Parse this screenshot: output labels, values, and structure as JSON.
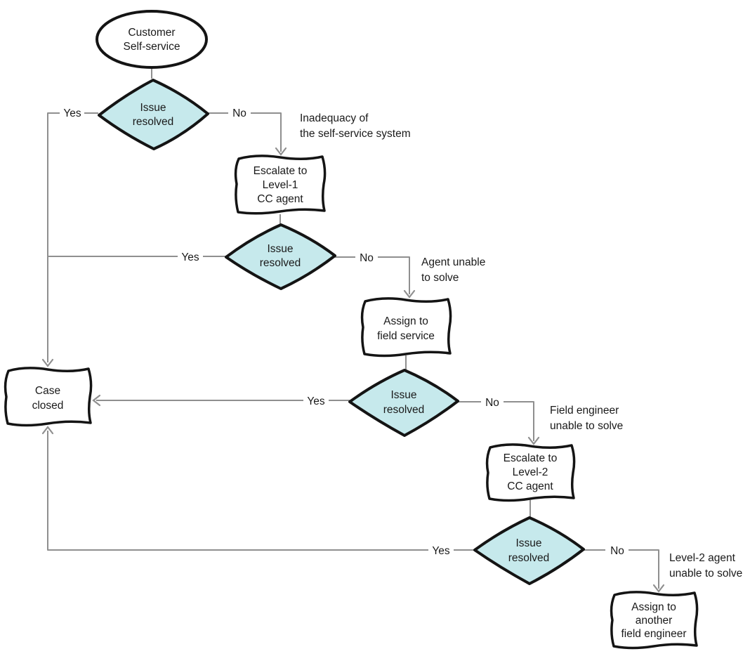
{
  "colors": {
    "diamond_fill": "#c6e9ec",
    "connector": "#8f8f8f",
    "shape_stroke": "#141414",
    "text": "#1a1a1a",
    "background": "#ffffff"
  },
  "nodes": {
    "start": {
      "type": "terminator",
      "lines": [
        "Customer",
        "Self-service"
      ]
    },
    "decision1": {
      "type": "decision",
      "lines": [
        "Issue",
        "resolved"
      ]
    },
    "process_level1": {
      "type": "process",
      "lines": [
        "Escalate to",
        "Level-1",
        "CC agent"
      ]
    },
    "decision2": {
      "type": "decision",
      "lines": [
        "Issue",
        "resolved"
      ]
    },
    "process_field": {
      "type": "process",
      "lines": [
        "Assign to",
        "field service"
      ]
    },
    "decision3": {
      "type": "decision",
      "lines": [
        "Issue",
        "resolved"
      ]
    },
    "process_level2": {
      "type": "process",
      "lines": [
        "Escalate to",
        "Level-2",
        "CC agent"
      ]
    },
    "decision4": {
      "type": "decision",
      "lines": [
        "Issue",
        "resolved"
      ]
    },
    "process_another": {
      "type": "process",
      "lines": [
        "Assign to",
        "another",
        "field engineer"
      ]
    },
    "case_closed": {
      "type": "process",
      "lines": [
        "Case",
        "closed"
      ]
    }
  },
  "edge_labels": {
    "yes": "Yes",
    "no": "No"
  },
  "annotations": {
    "inadequacy": {
      "lines": [
        "Inadequacy of",
        "the self-service system"
      ]
    },
    "agent_unable": {
      "lines": [
        "Agent unable",
        "to solve"
      ]
    },
    "field_engineer_unable": {
      "lines": [
        "Field engineer",
        "unable to solve"
      ]
    },
    "level2_unable": {
      "lines": [
        "Level-2 agent",
        "unable to solve"
      ]
    }
  }
}
